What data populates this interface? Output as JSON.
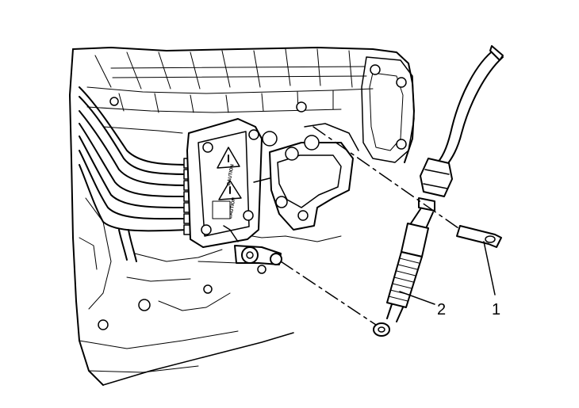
{
  "callouts": {
    "one": "1",
    "two": "2"
  },
  "parts": {
    "module_caution_top": "CAUTION",
    "module_caution_bottom": "CAUTION"
  },
  "colors": {
    "ink": "#000000",
    "background": "#ffffff"
  }
}
